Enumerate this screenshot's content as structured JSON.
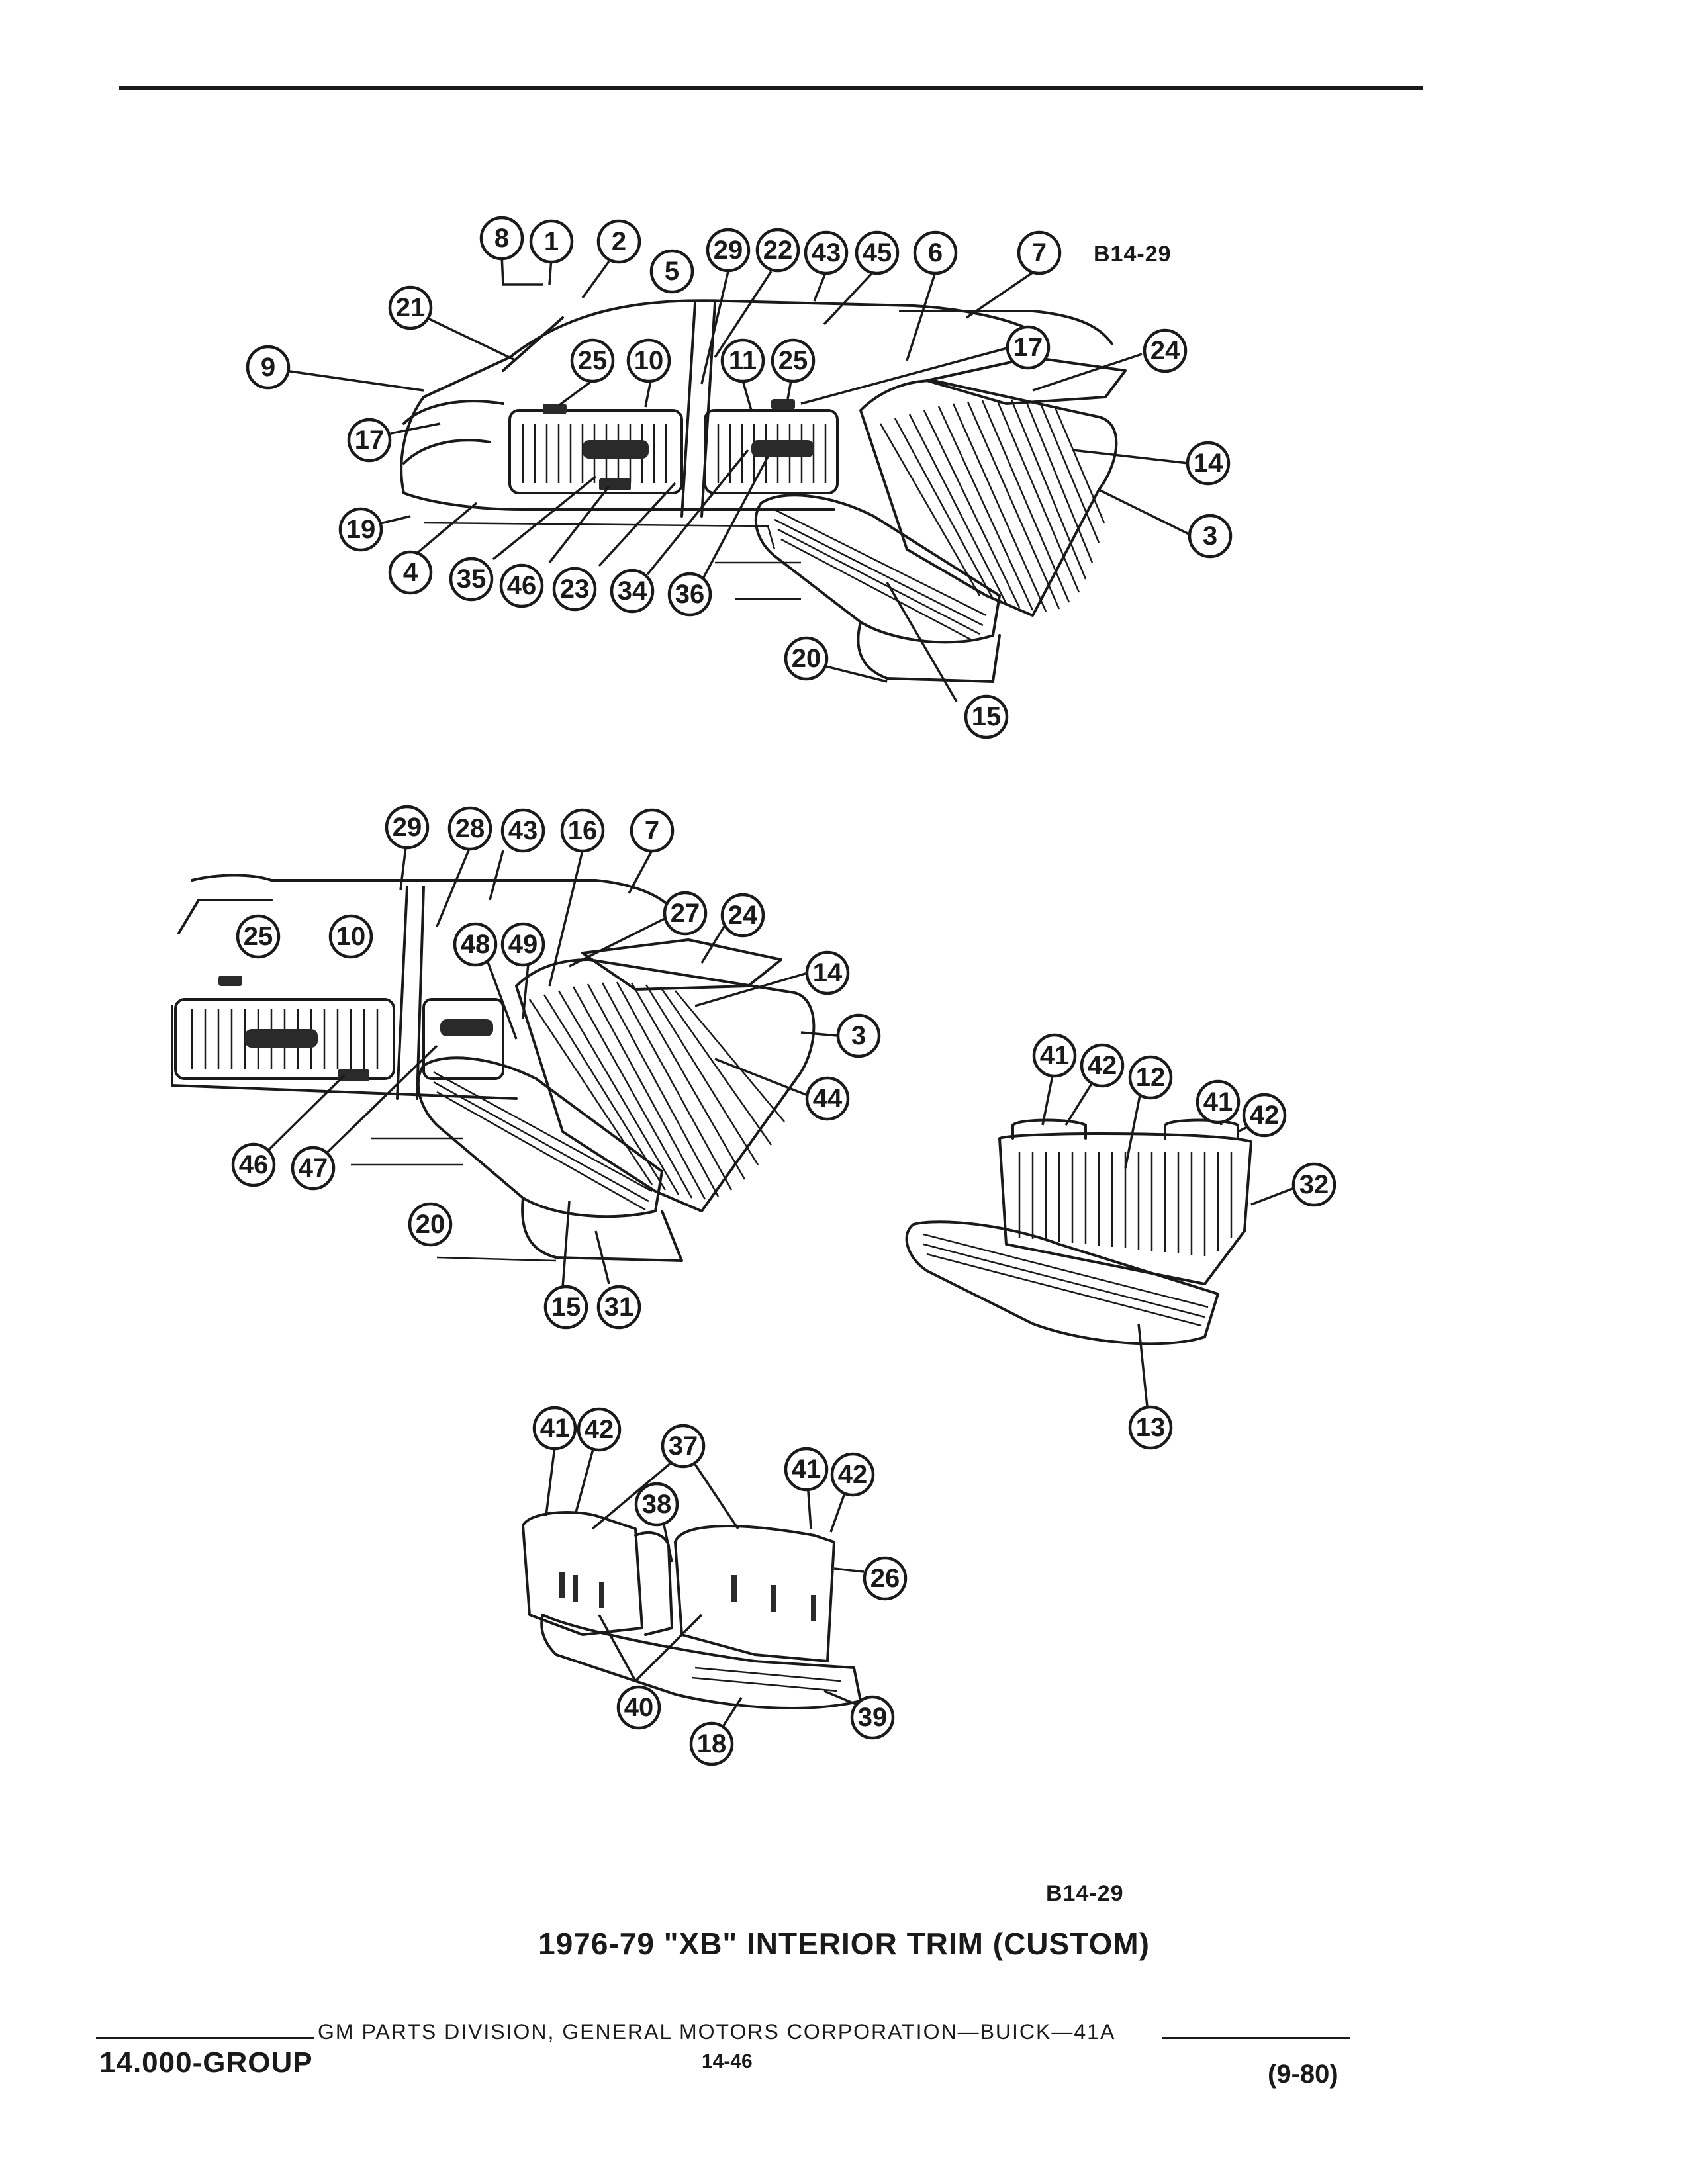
{
  "document": {
    "figure_code_top": "B14-29",
    "figure_code_bottom": "B14-29",
    "caption": "1976-79 \"XB\" INTERIOR TRIM (CUSTOM)",
    "footer": {
      "group": "14.000-GROUP",
      "division_line": "GM PARTS DIVISION, GENERAL MOTORS CORPORATION—BUICK—41A",
      "page_number": "14-46",
      "date": "(9-80)"
    }
  },
  "callouts": {
    "top_view": [
      "8",
      "1",
      "2",
      "5",
      "29",
      "22",
      "43",
      "45",
      "6",
      "7",
      "21",
      "9",
      "25",
      "10",
      "11",
      "25",
      "17",
      "24",
      "17",
      "14",
      "3",
      "19",
      "4",
      "35",
      "46",
      "23",
      "34",
      "36",
      "20",
      "15"
    ],
    "middle_view": [
      "29",
      "28",
      "43",
      "16",
      "7",
      "25",
      "10",
      "27",
      "24",
      "48",
      "49",
      "14",
      "3",
      "44",
      "46",
      "47",
      "20",
      "15",
      "31"
    ],
    "right_seat": [
      "41",
      "42",
      "12",
      "41",
      "42",
      "32",
      "13"
    ],
    "bottom_seat": [
      "41",
      "42",
      "37",
      "41",
      "42",
      "38",
      "26",
      "40",
      "18",
      "39"
    ]
  }
}
